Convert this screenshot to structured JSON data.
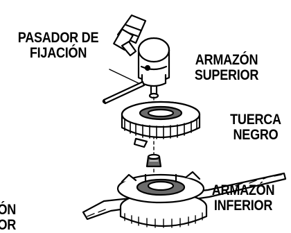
{
  "diagram": {
    "colors": {
      "ink": "#000000",
      "paper": "#ffffff",
      "shade": "#6b6b6b"
    },
    "labels": {
      "locking_pin": {
        "line1": "PASADOR DE",
        "line2": "FIJACIÓN"
      },
      "upper_housing": {
        "line1": "ARMAZÓN",
        "line2": "SUPERIOR"
      },
      "black_nut": {
        "line1": "TUERCA",
        "line2": "NEGRO"
      },
      "lower_housing": {
        "line1": "ARMAZÓN",
        "line2": "INFERIOR"
      },
      "cut_off_left": {
        "line1": "ÓN",
        "line2": "OR"
      }
    }
  }
}
